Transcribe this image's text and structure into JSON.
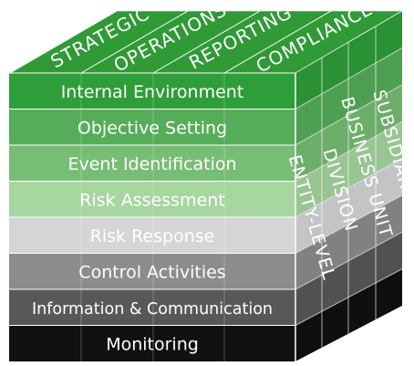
{
  "top_labels": [
    "STRATEGIC",
    "OPERATIONS",
    "REPORTING",
    "COMPLIANCE"
  ],
  "front_layers": [
    {
      "label": "Internal Environment",
      "color": "#2e9e3a",
      "text_color": "#ffffff"
    },
    {
      "label": "Objective Setting",
      "color": "#55ad5a",
      "text_color": "#ffffff"
    },
    {
      "label": "Event Identification",
      "color": "#78bd75",
      "text_color": "#ffffff"
    },
    {
      "label": "Risk Assessment",
      "color": "#a7d6a0",
      "text_color": "#ffffff"
    },
    {
      "label": "Risk Response",
      "color": "#d5d5d8",
      "text_color": "#ffffff"
    },
    {
      "label": "Control Activities",
      "color": "#8c8c8f",
      "text_color": "#ffffff"
    },
    {
      "label": "Information & Communication",
      "color": "#58585b",
      "text_color": "#ffffff"
    },
    {
      "label": "Monitoring",
      "color": "#111111",
      "text_color": "#ffffff"
    }
  ],
  "side_labels": [
    "ENTITY-LEVEL",
    "DIVISION",
    "BUSINESS UNIT",
    "SUBSIDIARY"
  ],
  "colors": {
    "top_face": "#2f9a36",
    "top_lines": "#ffffff",
    "side_shade": "#000000"
  }
}
